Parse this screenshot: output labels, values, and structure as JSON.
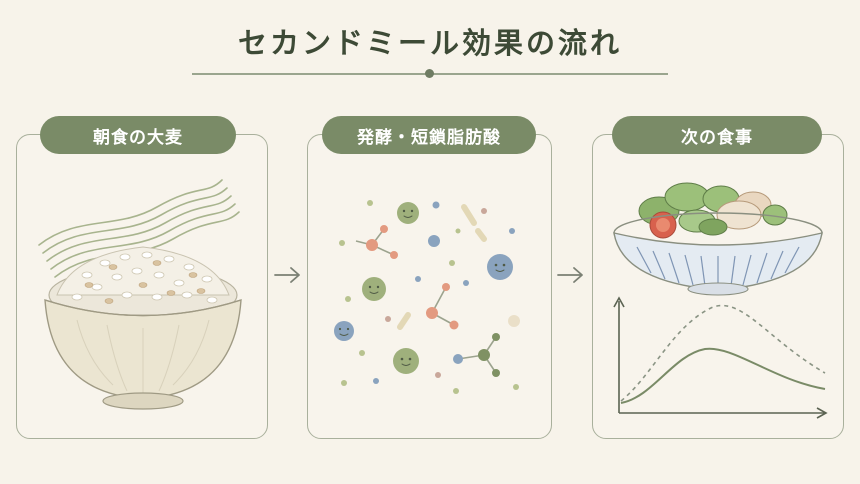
{
  "title": "セカンドミール効果の流れ",
  "steps": [
    {
      "label": "朝食の大麦"
    },
    {
      "label": "発酵・短鎖脂肪酸"
    },
    {
      "label": "次の食事"
    }
  ],
  "icons": {
    "step1": "barley-rice-bowl-icon",
    "step2": "fermentation-molecules-icon",
    "step3": "salad-bowl-icon",
    "chart": "blood-glucose-curve-icon"
  },
  "colors": {
    "background": "#f7f3ea",
    "pill": "#7a8b67",
    "panel_border": "#a9b09c",
    "curve": "#7a8b67",
    "curve_dashed": "#8a9484"
  }
}
